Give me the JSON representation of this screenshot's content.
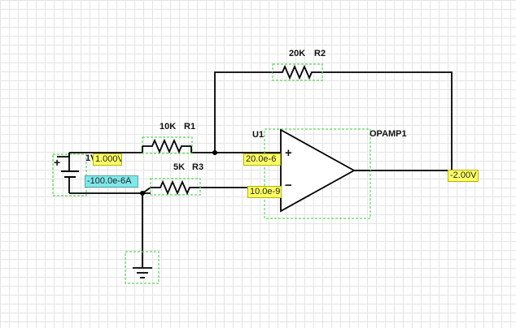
{
  "components": {
    "r1": {
      "value": "10K",
      "name": "R1"
    },
    "r2": {
      "value": "20K",
      "name": "R2"
    },
    "r3": {
      "value": "5K",
      "name": "R3"
    },
    "opamp": {
      "ref": "U1",
      "name": "OPAMP1",
      "plus": "+",
      "minus": "−"
    },
    "source": {
      "value": "1V",
      "plus": "+"
    }
  },
  "probes": {
    "source_voltage": "1.000V",
    "source_current": "-100.0e-6A",
    "opamp_in_plus": "20.0e-6",
    "opamp_in_minus": "10.0e-9",
    "opamp_out": "-2.00V"
  },
  "colors": {
    "wire": "#000000",
    "selection": "#5cd65c",
    "probe_voltage": "#ffff66",
    "probe_current": "#7fe8ea",
    "grid": "#e4e4e4"
  }
}
